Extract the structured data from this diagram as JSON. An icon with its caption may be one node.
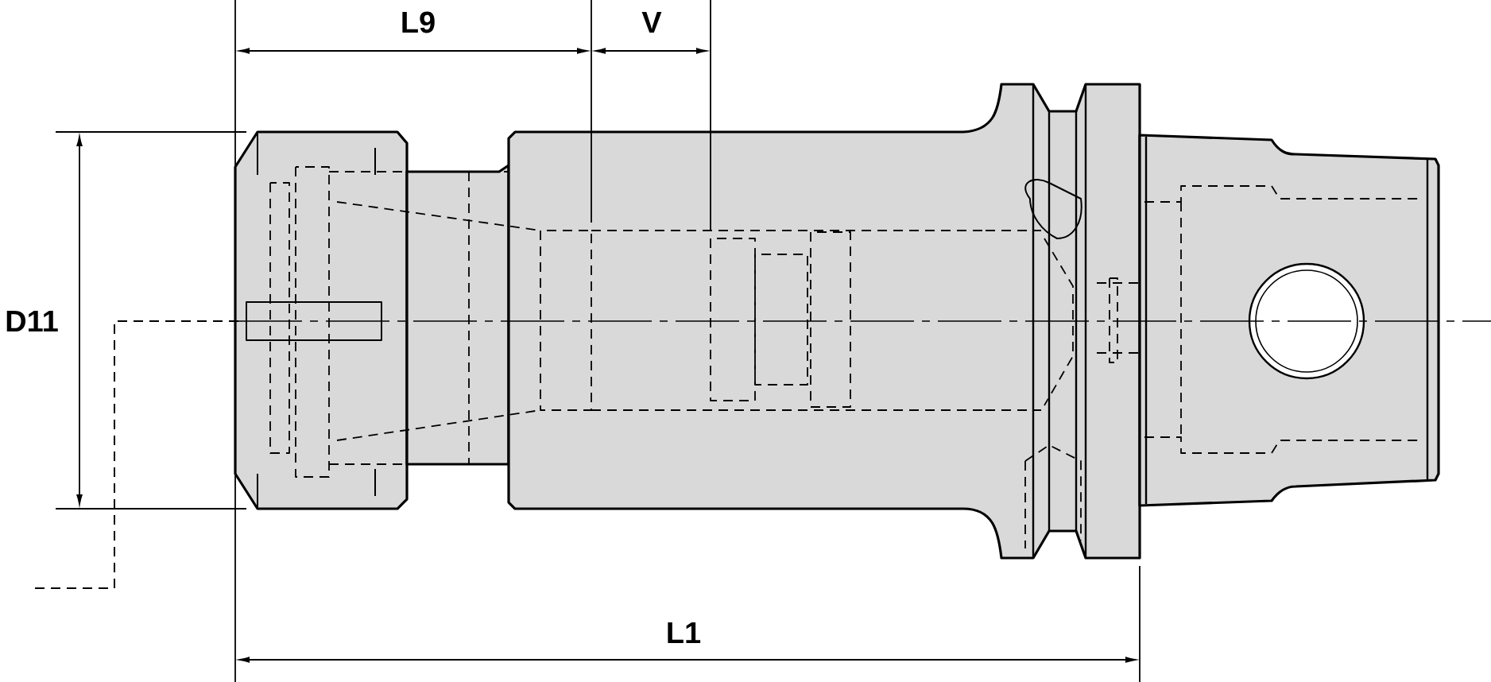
{
  "diagram": {
    "labels": [
      "L9",
      "V",
      "D11",
      "L1"
    ]
  }
}
